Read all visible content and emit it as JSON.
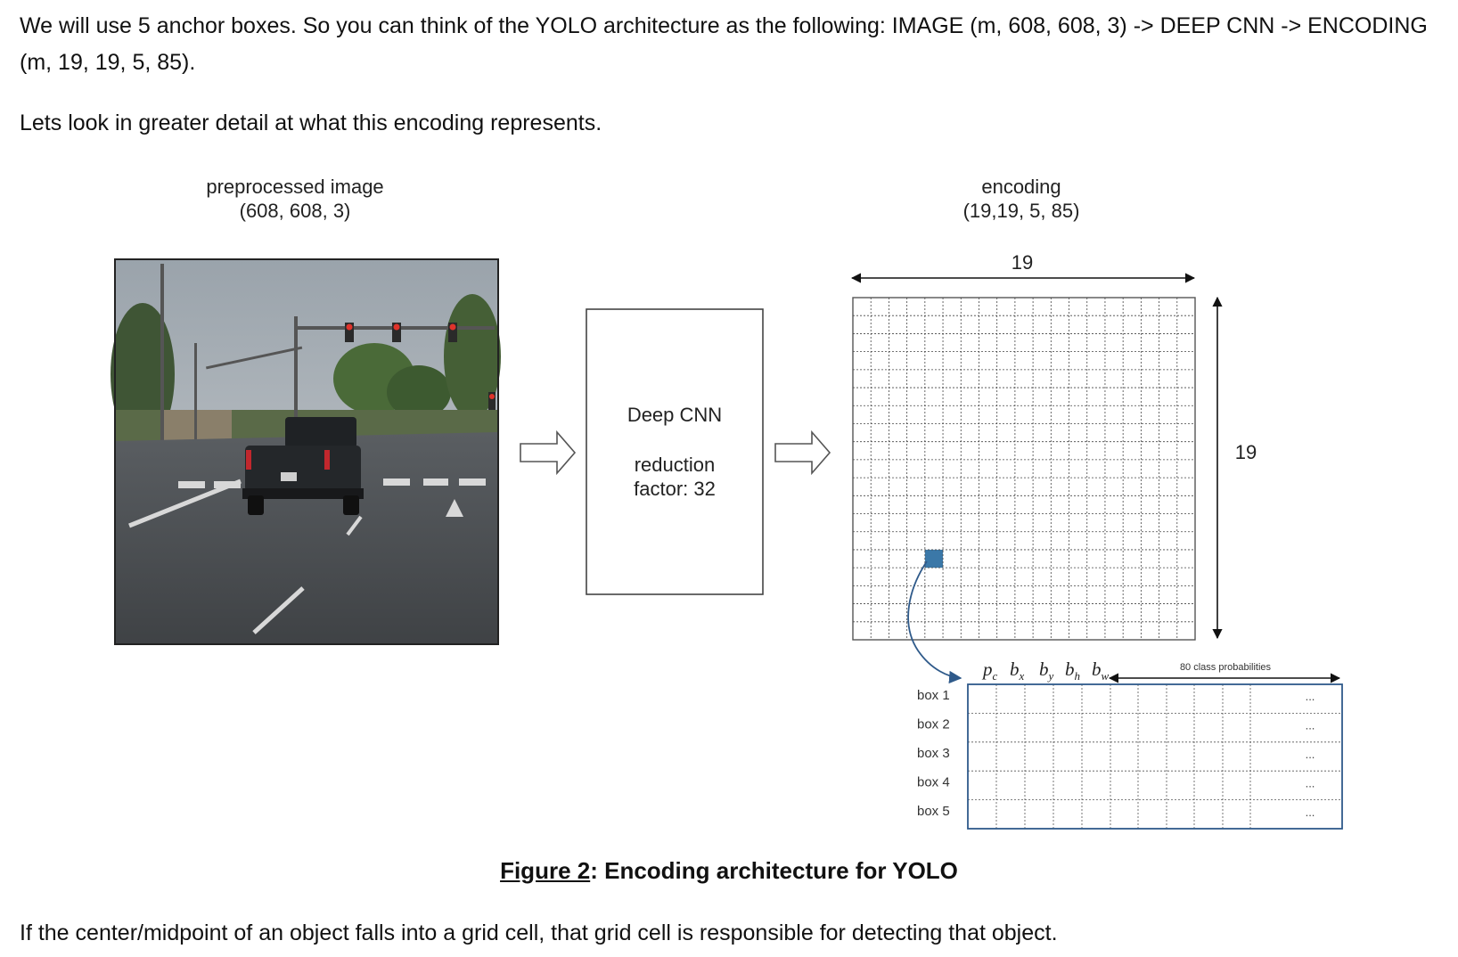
{
  "text": {
    "para1": "We will use 5 anchor boxes. So you can think of the YOLO architecture as the following: IMAGE (m, 608, 608, 3) -> DEEP CNN -> ENCODING (m, 19, 19, 5, 85).",
    "para2": "Lets look in greater detail at what this encoding represents.",
    "para3": "If the center/midpoint of an object falls into a grid cell, that grid cell is responsible for detecting that object."
  },
  "figure": {
    "input_label": "preprocessed image",
    "input_shape": "(608, 608, 3)",
    "cnn_title": "Deep CNN",
    "cnn_reduction_line1": "reduction",
    "cnn_reduction_line2": "factor: 32",
    "output_label": "encoding",
    "output_shape": "(19,19, 5, 85)",
    "grid_width_label": "19",
    "grid_height_label": "19",
    "grid_size": 19,
    "highlight_cell": {
      "col": 4,
      "row": 14
    },
    "highlight_color": "#3b78a8",
    "grid_line_color": "#444444",
    "table_border_color": "#2f5a8a",
    "box_rows": [
      "box 1",
      "box 2",
      "box 3",
      "box 4",
      "box 5"
    ],
    "params": [
      {
        "base": "p",
        "sub": "c"
      },
      {
        "base": "b",
        "sub": "x"
      },
      {
        "base": "b",
        "sub": "y"
      },
      {
        "base": "b",
        "sub": "h"
      },
      {
        "base": "b",
        "sub": "w"
      }
    ],
    "class_prob_label": "80 class probabilities",
    "ellipsis": "..."
  },
  "caption": {
    "number": "Figure 2",
    "text": ": Encoding architecture for YOLO"
  }
}
